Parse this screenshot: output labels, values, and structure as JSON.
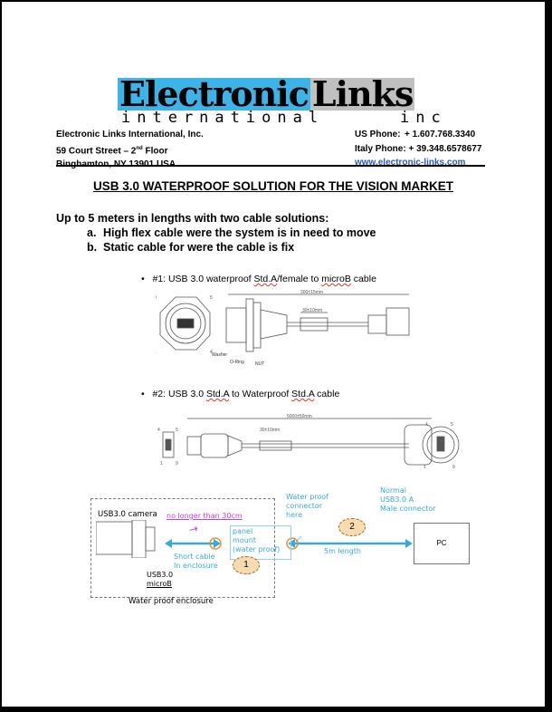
{
  "logo": {
    "word1": "Electronic",
    "word2": "Links",
    "sub": "international",
    "inc": "inc"
  },
  "header": {
    "company": "Electronic Links International, Inc.",
    "street_pre": "59 Court Street – 2",
    "street_sup": "nd",
    "street_post": " Floor",
    "city": "Binghamton, NY 13901 USA",
    "us_phone_label": "US Phone:",
    "us_phone": "+ 1.607.768.3340",
    "italy_phone_label": "Italy Phone:",
    "italy_phone": "+ 39.348.6578677",
    "website": "www.electronic-links.com"
  },
  "title": "USB 3.0  WATERPROOF SOLUTION FOR THE VISION MARKET",
  "intro": {
    "lead": "Up to 5 meters in lengths with two cable solutions:",
    "items": [
      {
        "marker": "a.",
        "text": "High flex cable were the system is in need to move"
      },
      {
        "marker": "b.",
        "text": "Static  cable for were  the cable is fix"
      }
    ]
  },
  "cable1": {
    "bullet_pre": "#1: USB 3.0 waterproof ",
    "std": "Std.A",
    "mid": "/female to ",
    "micro": "microB",
    "post": " cable",
    "dim_total": "300±15mm",
    "dim_sub": "30±10mm",
    "labels": [
      "Washer",
      "O-Ring",
      "NUT"
    ],
    "pins": [
      "9",
      "5",
      "1",
      "4"
    ]
  },
  "cable2": {
    "bullet_pre": "#2: USB 3.0 ",
    "std1": "Std.A",
    "mid": " to Waterproof ",
    "std2": "Std.A",
    "post": " cable",
    "dim_total": "5000±50mm",
    "dim_sub": "30±10mm",
    "pins": [
      "4",
      "5",
      "1",
      "9"
    ]
  },
  "diagram": {
    "camera": "USB3.0 camera",
    "no_longer": "no longer than 30cm",
    "short_cable": [
      "Short cable",
      "In enclosure"
    ],
    "usb_micro": [
      "USB3.0",
      "microB"
    ],
    "panel": [
      "panel",
      "mount",
      "(water proof)"
    ],
    "waterproof_conn": [
      "Water proof",
      "connector",
      "here"
    ],
    "normal": [
      "Normal",
      "USB3.0 A",
      "Male connector"
    ],
    "length": "5m length",
    "pc": "PC",
    "enclosure": "Water proof enclosure",
    "badge1": "1",
    "badge2": "2",
    "colors": {
      "cyan": "#3aa9d8",
      "magenta": "#c23fd6",
      "orange": "#d89a3a"
    }
  }
}
